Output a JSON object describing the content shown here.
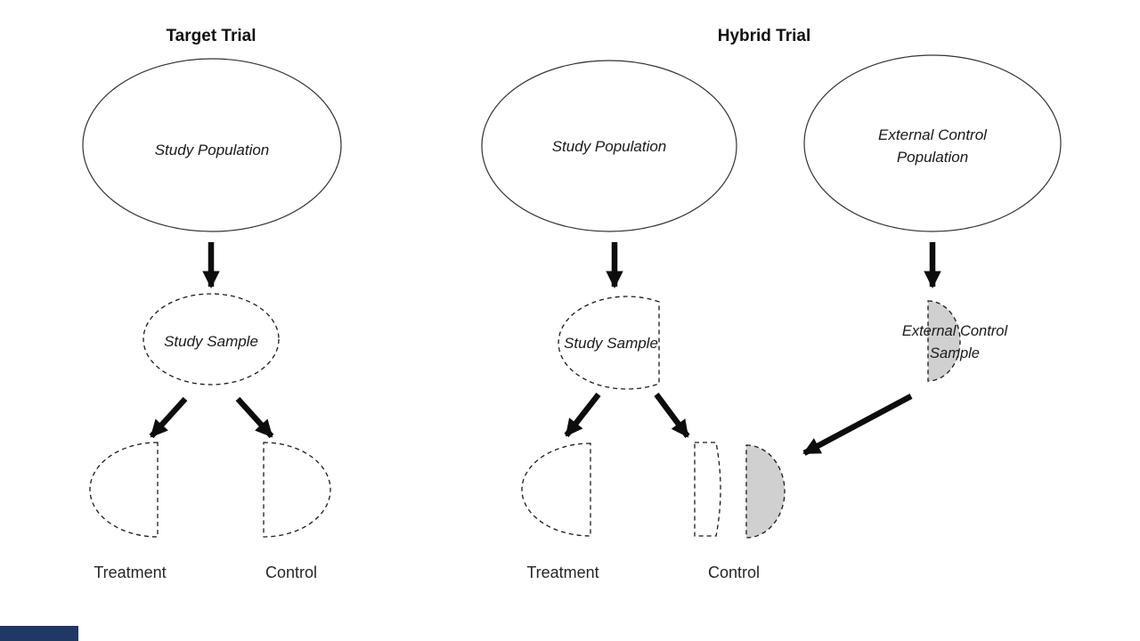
{
  "colors": {
    "gray_fill": "#d0d0d0",
    "accent_bar": "#1f3864"
  },
  "target_trial": {
    "title": "Target Trial",
    "study_population_label": "Study Population",
    "study_sample_label": "Study Sample",
    "treatment_label": "Treatment",
    "control_label": "Control"
  },
  "hybrid_trial": {
    "title": "Hybrid Trial",
    "study_population_label": "Study Population",
    "study_sample_label": "Study Sample",
    "external_control_population_line1": "External Control",
    "external_control_population_line2": "Population",
    "external_control_sample_line1": "External Control",
    "external_control_sample_line2": "Sample",
    "treatment_label": "Treatment",
    "control_label": "Control"
  }
}
